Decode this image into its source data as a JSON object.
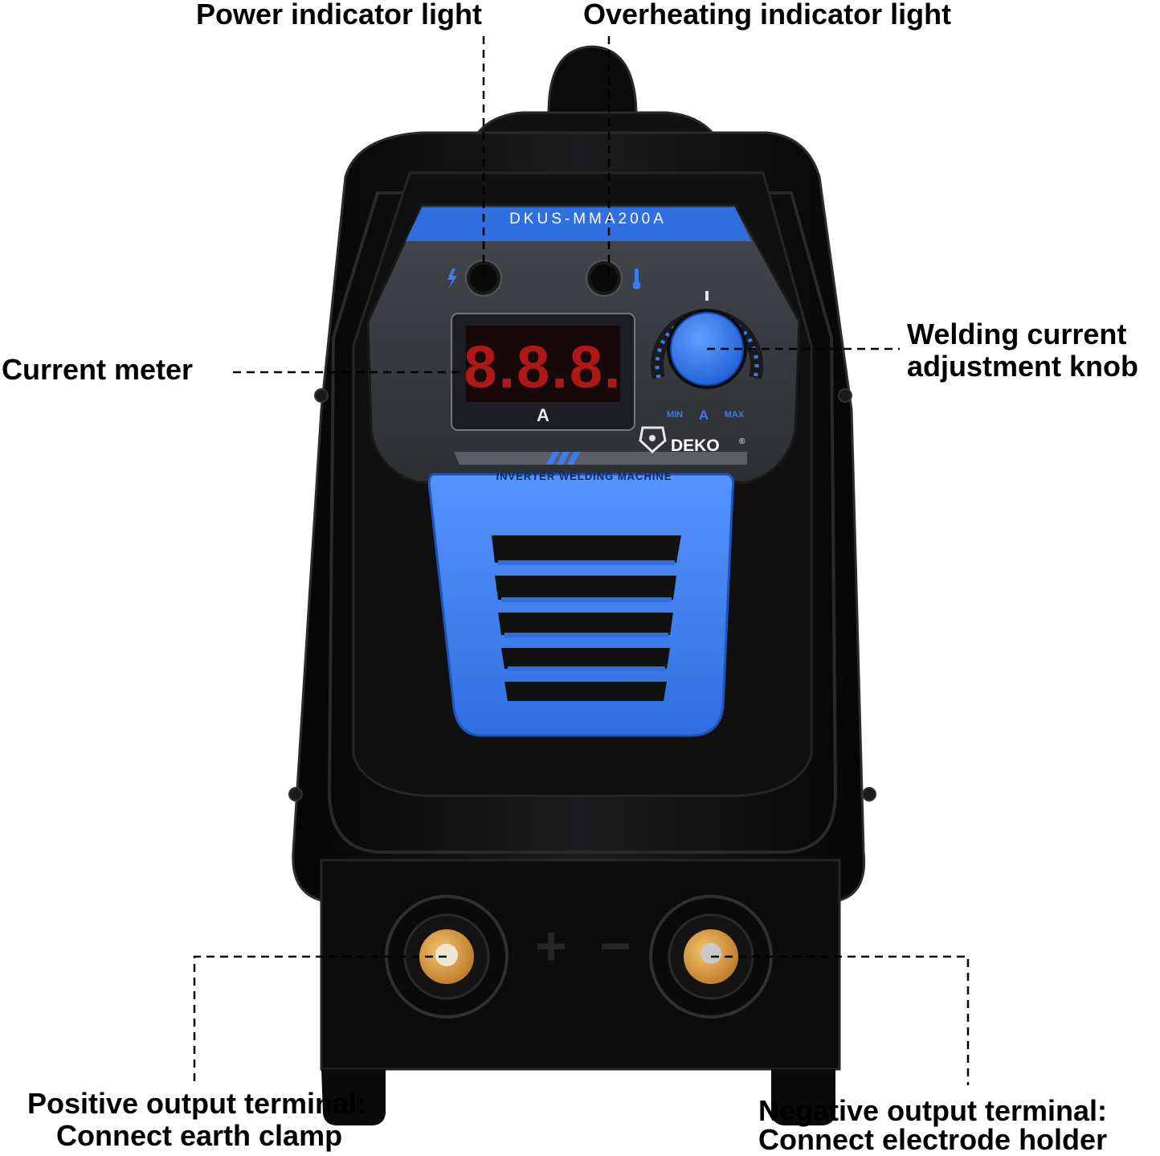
{
  "callouts": {
    "power_light": "Power indicator light",
    "overheat_light": "Overheating indicator light",
    "current_meter": "Current meter",
    "knob_line1": "Welding current",
    "knob_line2": "adjustment knob",
    "positive_line1": "Positive output terminal:",
    "positive_line2": "Connect earth clamp",
    "negative_line1": "Negative output terminal:",
    "negative_line2": "Connect electrode holder"
  },
  "device": {
    "model": "DKUS-MMA200A",
    "display_digits": "8.8.8.",
    "display_unit": "A",
    "knob_min": "MIN",
    "knob_unit": "A",
    "knob_max": "MAX",
    "brand": "DEKO",
    "brand_mark": "®",
    "product_line": "INVERTER WELDING MACHINE",
    "plus_sign": "+",
    "minus_sign": "−"
  },
  "colors": {
    "body": "#0d0d0d",
    "accent_blue": "#3b7df0",
    "panel_grey": "#3a3d42",
    "brass": "#d99a3c",
    "led_red": "#b01818"
  },
  "icons": {
    "power": "lightning-icon",
    "overheat": "thermometer-icon"
  }
}
